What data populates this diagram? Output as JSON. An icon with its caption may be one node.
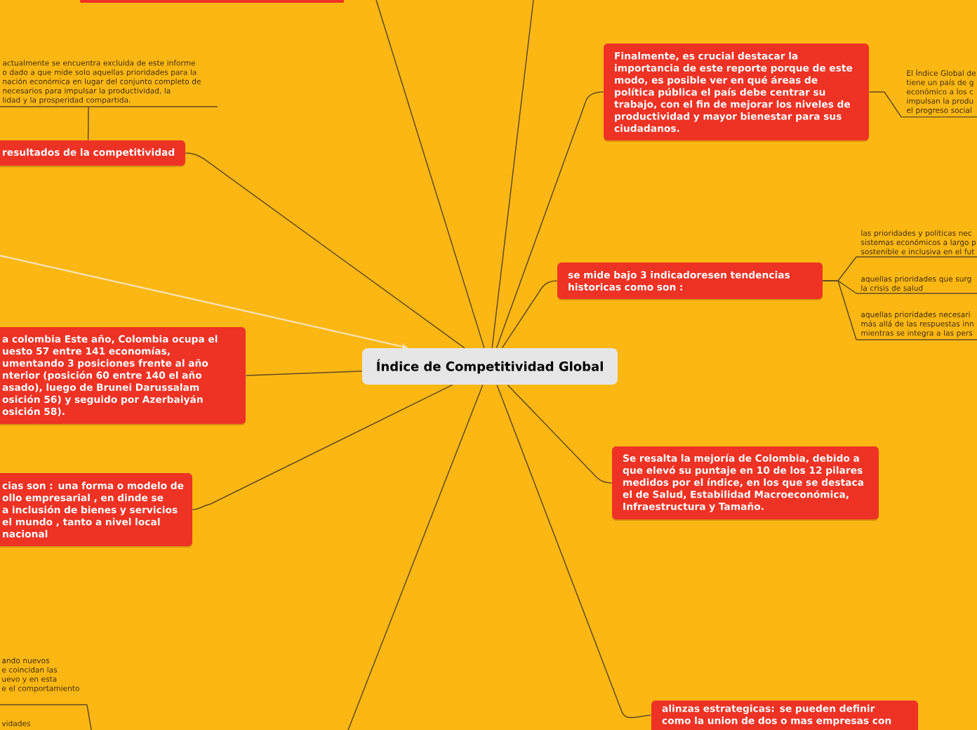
{
  "diagram": {
    "nodes": [
      {
        "text": [
          "Índice de Competitividad Global"
        ]
      },
      {
        "text": [],
        "shape": "box"
      },
      {
        "text": [
          "Finalmente, es crucial destacar la importancia de este reporte porque de este modo, es posible ver en qué áreas de política pública el país debe centrar su trabajo, con el fin de mejorar los niveles de productividad y mayor bienestar para sus ciudadanos."
        ]
      },
      {
        "text": [
          "El Índice Global de tiene un país de g económico a los c impulsan la produ el progreso social"
        ]
      },
      {
        "text": [
          "se mide bajo 3 indicadoresen tendencias historicas como son :"
        ]
      },
      {
        "text": [
          "las prioridades y políticas nec sistemas económicos a largo p sostenible e inclusiva en el fut"
        ]
      },
      {
        "text": [
          "aquellas prioridades que surg la crisis de salud"
        ]
      },
      {
        "text": [
          "aquellas prioridades necesari más allá de las respuestas inn mientras se integra a las pers"
        ]
      },
      {
        "text": [
          "Se resalta la mejoría de Colombia, debido a que elevó su puntaje en 10 de los 12 pilares medidos por el índice, en los que se destaca el de Salud, Estabilidad Macroeconómica, Infraestructura y Tamaño."
        ]
      },
      {
        "text": [
          "alinzas estrategicas: se pueden definir como la union de dos o mas empresas con"
        ]
      },
      {
        "text": [
          "ando nuevos e coincidan las uevo y en esta e el comportamiento"
        ]
      },
      {
        "text": [
          "cias son : una forma o modelo de ollo empresarial , en dinde se a inclusión de bienes y servicios el mundo , tanto a nivel local nacional"
        ]
      },
      {
        "text": [
          "a colombia Este año, Colombia ocupa el uesto 57 entre 141 economías, umentando 3 posiciones frente al año nterior (posición 60 entre 140 el año asado), luego de Brunei Darussalam osición 56) y seguido por Azerbaiyán osición 58)."
        ]
      },
      {
        "text": [
          "resultados de la competitividad"
        ]
      },
      {
        "text": [
          "actualmente se encuentra excluida de este informe o dado a que mide solo aquellas prioridades para la nación económica en lugar del conjunto completo de necesarios para impulsar la productividad, la lidad y la prosperidad compartida."
        ]
      }
    ],
    "edges": [
      {
        "from": null,
        "to": 0,
        "arrow": "none"
      },
      {
        "from": null,
        "to": 0,
        "arrow": "none"
      },
      {
        "from": 0,
        "to": 2,
        "arrow": "none"
      },
      {
        "from": 2,
        "to": 3,
        "arrow": "none"
      },
      {
        "from": 0,
        "to": 4,
        "arrow": "none"
      },
      {
        "from": 4,
        "to": 5,
        "arrow": "none"
      },
      {
        "from": 4,
        "to": 6,
        "arrow": "none"
      },
      {
        "from": 4,
        "to": 7,
        "arrow": "none"
      },
      {
        "from": 0,
        "to": 8,
        "arrow": "none"
      },
      {
        "from": 0,
        "to": 9,
        "arrow": "none"
      },
      {
        "from": 0,
        "to": null,
        "arrow": "none"
      },
      {
        "from": 10,
        "to": null,
        "arrow": "none"
      },
      {
        "from": 0,
        "to": 11,
        "arrow": "none"
      },
      {
        "from": 0,
        "to": 12,
        "arrow": "none"
      },
      {
        "from": null,
        "to": 0,
        "arrow": "to",
        "color": "#f4e4bc"
      },
      {
        "from": 0,
        "to": 13,
        "arrow": "none"
      },
      {
        "from": 13,
        "to": 14,
        "arrow": "none"
      }
    ],
    "labels": [
      "vidades"
    ]
  }
}
